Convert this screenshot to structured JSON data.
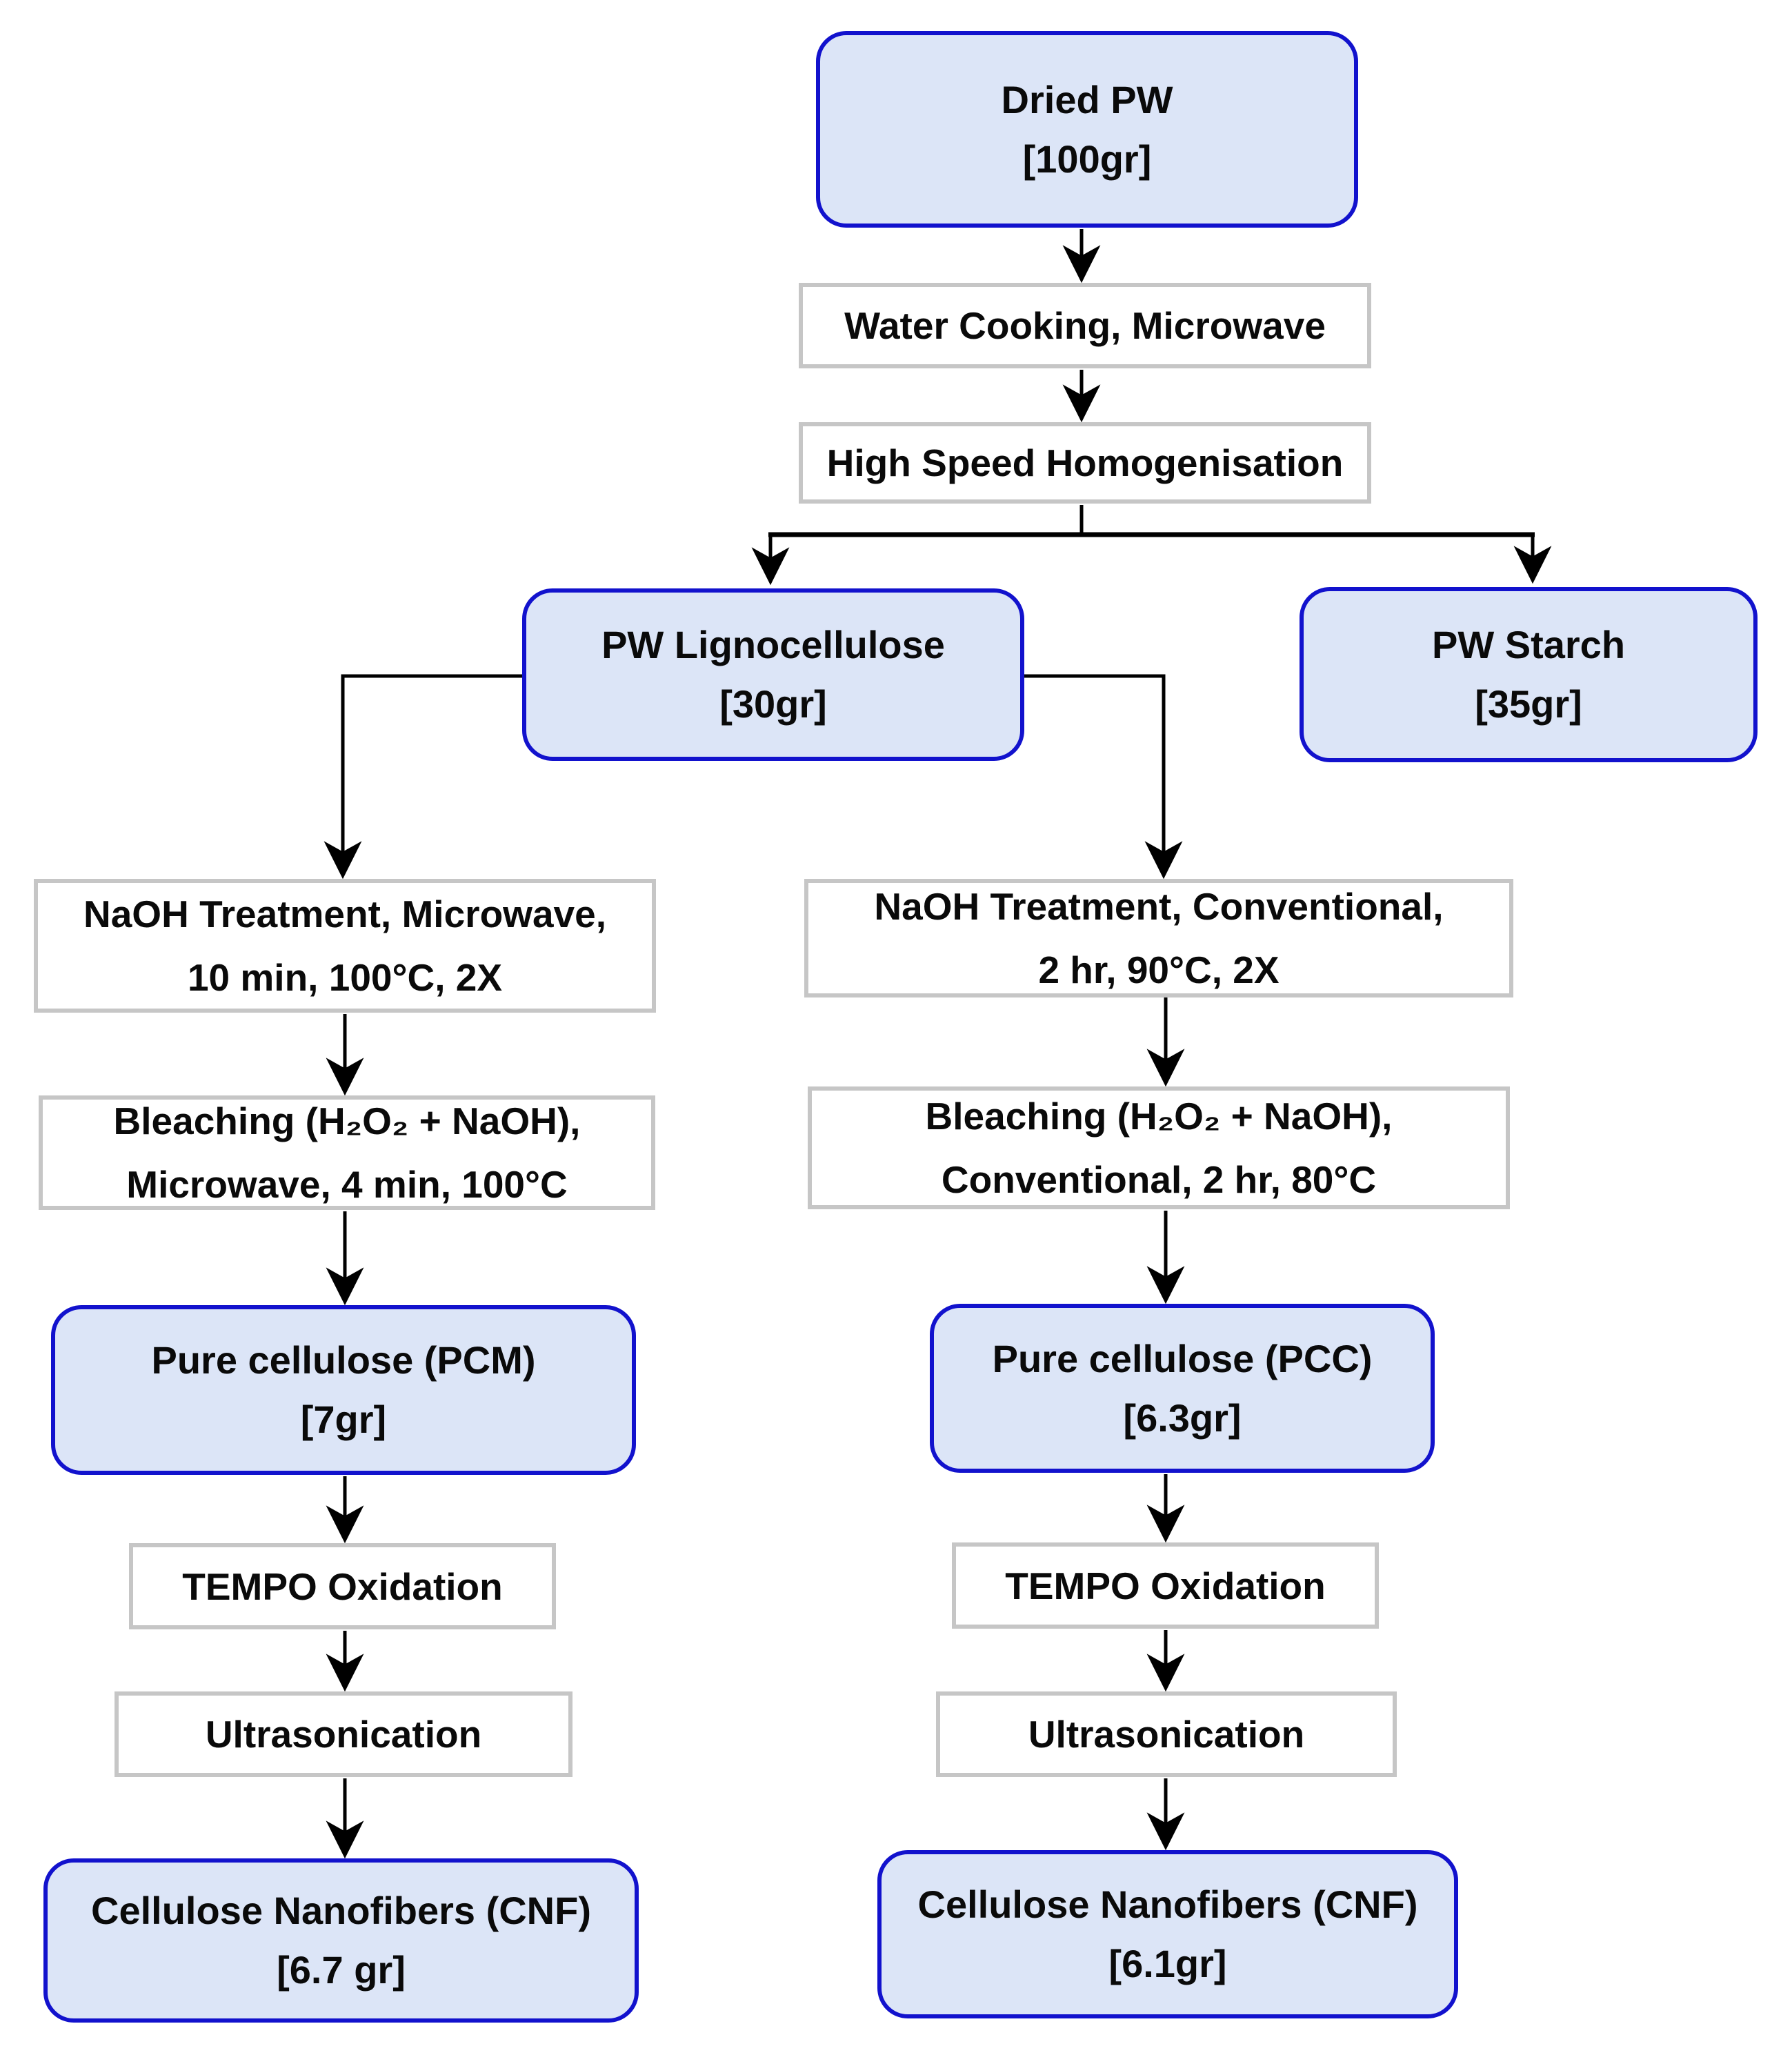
{
  "flowchart": {
    "colors": {
      "background": "#ffffff",
      "node_fill": "#dce5f7",
      "node_border": "#1212cd",
      "process_fill": "#ffffff",
      "process_border": "#c6c6c6",
      "arrow": "#000000",
      "text": "#0a0a0a"
    },
    "nodes": {
      "dried_pw": {
        "label": "Dried PW",
        "amount": "[100gr]"
      },
      "water_cooking": {
        "label": "Water Cooking, Microwave"
      },
      "homogenisation": {
        "label": "High Speed Homogenisation"
      },
      "pw_lignocellulose": {
        "label": "PW Lignocellulose",
        "amount": "[30gr]"
      },
      "pw_starch": {
        "label": "PW Starch",
        "amount": "[35gr]"
      },
      "naoh_microwave": {
        "line1": "NaOH Treatment, Microwave,",
        "line2": "10 min, 100°C, 2X"
      },
      "bleach_microwave": {
        "line1": "Bleaching (H₂O₂ + NaOH),",
        "line2": "Microwave, 4 min, 100°C"
      },
      "pure_cellulose_pcm": {
        "label": "Pure cellulose (PCM)",
        "amount": "[7gr]"
      },
      "tempo_oxidation_left": {
        "label": "TEMPO Oxidation"
      },
      "ultrasonication_left": {
        "label": "Ultrasonication"
      },
      "cnf_left": {
        "label": "Cellulose Nanofibers (CNF)",
        "amount": "[6.7 gr]"
      },
      "naoh_conventional": {
        "line1": "NaOH Treatment, Conventional,",
        "line2": "2 hr, 90°C, 2X"
      },
      "bleach_conventional": {
        "line1": "Bleaching (H₂O₂ + NaOH),",
        "line2": "Conventional, 2 hr, 80°C"
      },
      "pure_cellulose_pcc": {
        "label": "Pure cellulose (PCC)",
        "amount": "[6.3gr]"
      },
      "tempo_oxidation_right": {
        "label": "TEMPO Oxidation"
      },
      "ultrasonication_right": {
        "label": "Ultrasonication"
      },
      "cnf_right": {
        "label": "Cellulose Nanofibers (CNF)",
        "amount": "[6.1gr]"
      }
    }
  }
}
